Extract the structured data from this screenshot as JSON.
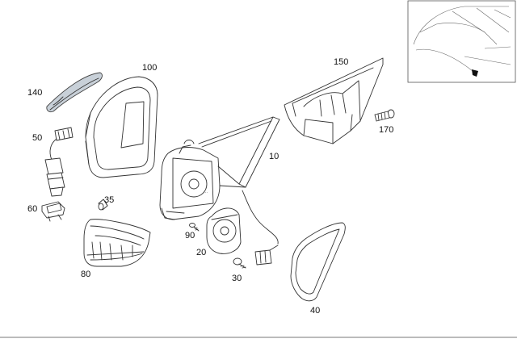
{
  "callouts": {
    "p10": "10",
    "p20": "20",
    "p30": "30",
    "p35": "35",
    "p40": "40",
    "p50": "50",
    "p60": "60",
    "p80": "80",
    "p90": "90",
    "p100": "100",
    "p140": "140",
    "p150": "150",
    "p170": "170"
  },
  "colors": {
    "line": "#333333",
    "highlight_part": "#c8d0d8",
    "background": "#ffffff"
  }
}
